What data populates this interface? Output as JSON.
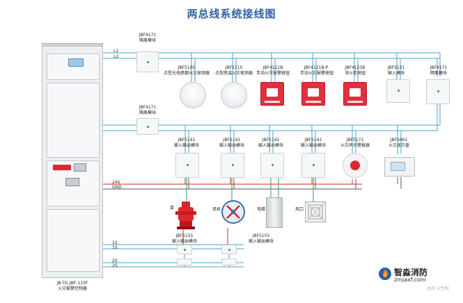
{
  "title": "两总线系统接线图",
  "bus_labels": {
    "l1": "L1",
    "l2": "L2",
    "v24": "24V",
    "gnd": "GND",
    "s1_1": "1S",
    "s1_2": "1S",
    "s2_1": "2S",
    "s2_2": "2S"
  },
  "controller": {
    "model": "JB-TG-JBF-11SF",
    "name": "火灾报警控制器"
  },
  "isolator_top": {
    "model": "JBF4171",
    "name": "隔离模块"
  },
  "isolator_mid": {
    "model": "JBF4171",
    "name": "隔离模块"
  },
  "top_devices": [
    {
      "model": "JBF5100",
      "name": "点型光电感烟火灾探测器"
    },
    {
      "model": "JBF5110",
      "name": "点型感温火灾探测器"
    },
    {
      "model": "JBF4121B",
      "name": "手动火灾报警按钮"
    },
    {
      "model": "JBF4121B-P",
      "name": "手动火灾报警按钮"
    },
    {
      "model": "JBF4123B",
      "name": "消火栓按钮"
    },
    {
      "model": "JBF5131",
      "name": "输入模块"
    },
    {
      "model": "JBF4171",
      "name": "隔离模块"
    }
  ],
  "mid_devices": [
    {
      "model": "JBF5141",
      "name": "输入输出模块"
    },
    {
      "model": "JBF5141",
      "name": "输入输出模块"
    },
    {
      "model": "JBF5141",
      "name": "输入输出模块"
    },
    {
      "model": "JBF5142",
      "name": "输入输出模块"
    },
    {
      "model": "JBF5172",
      "name": "火灾声光警报器"
    },
    {
      "model": "JBF5061",
      "name": "火灾显示盘"
    }
  ],
  "equipment": {
    "pump": "泵",
    "fan": "风机",
    "elevator": "电梯",
    "vent": "风口"
  },
  "bottom_modules": [
    {
      "model": "JBF5155",
      "name": "输入输出模块"
    },
    {
      "model": "JBF5155",
      "name": "输入输出模块"
    }
  ],
  "watermark": {
    "brand": "智淼消防",
    "site": "zmjaxf.com",
    "faint": "百度 AI生图"
  },
  "colors": {
    "bus": "#4aa3c8",
    "power_red": "#d8232a",
    "gnd_gray": "#555555",
    "green": "#26a34a",
    "title_blue": "#2f5fa6"
  }
}
